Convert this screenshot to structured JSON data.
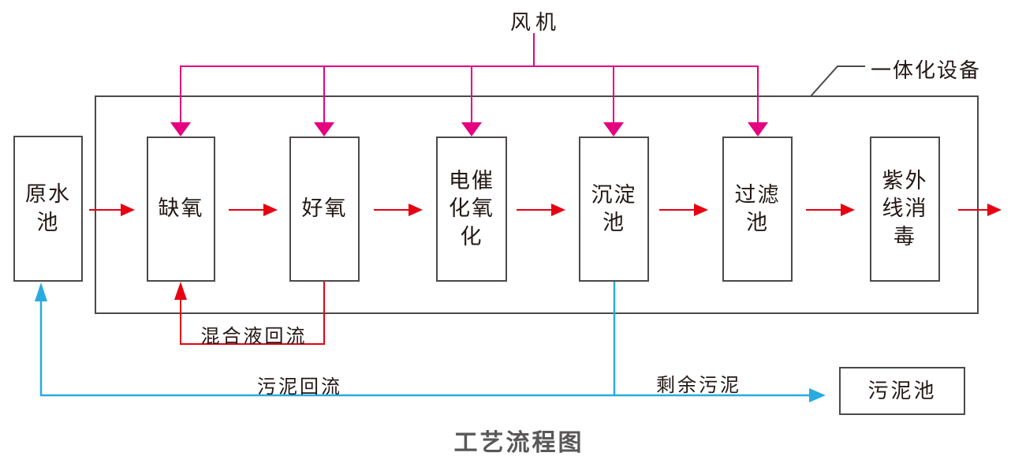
{
  "diagram": {
    "title": "工艺流程图",
    "fan_label": "风机",
    "integrated_equipment_label": "一体化设备",
    "boxes": {
      "raw_water": "原水\n池",
      "anoxic": "缺氧",
      "aerobic": "好氧",
      "electro_oxidation": "电催\n化氧\n化",
      "sedimentation": "沉淀\n池",
      "filtration": "过滤\n池",
      "uv_disinfection": "紫外\n线消\n毒",
      "sludge_tank": "污泥池"
    },
    "flow_labels": {
      "mixed_liquor_return": "混合液回流",
      "sludge_return": "污泥回流",
      "excess_sludge": "剩余污泥"
    },
    "colors": {
      "air_line": "#e4007f",
      "flow_line": "#e60012",
      "sludge_line": "#29abe2",
      "outline": "#4c4948",
      "text": "#231815",
      "title_text": "#595757"
    }
  }
}
